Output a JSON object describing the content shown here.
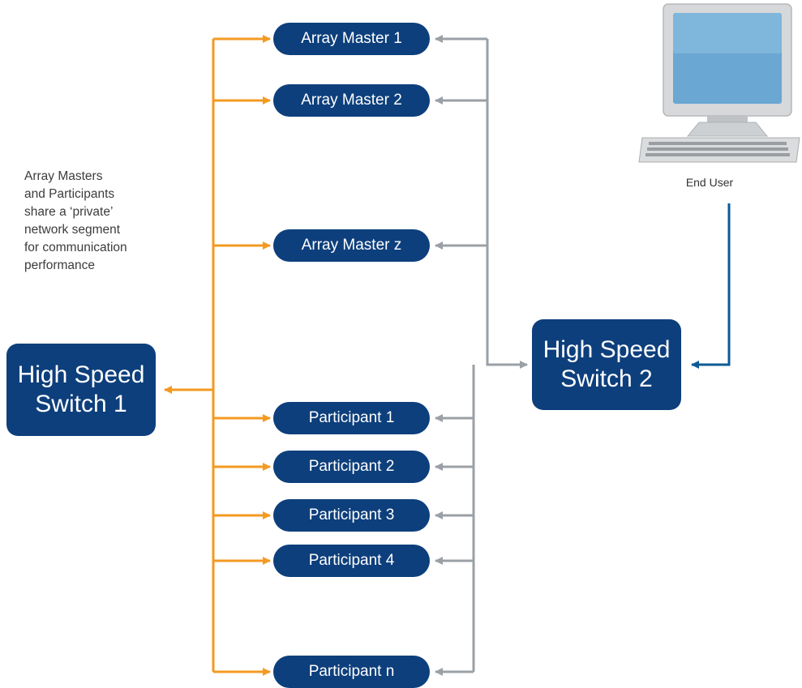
{
  "note": "Array Masters\nand Participants\nshare a ‘private’\nnetwork segment\nfor communication\nperformance",
  "switches": {
    "switch1": "High Speed\nSwitch 1",
    "switch2": "High Speed\nSwitch 2"
  },
  "array_masters": [
    "Array Master 1",
    "Array Master 2",
    "Array Master z"
  ],
  "participants": [
    "Participant 1",
    "Participant 2",
    "Participant 3",
    "Participant 4",
    "Participant n"
  ],
  "end_user": {
    "caption": "End User",
    "icon": "desktop-computer-icon"
  },
  "colors": {
    "node_fill": "#0d3f7c",
    "orange_link": "#f39a21",
    "gray_link": "#9aa0a6",
    "blue_link": "#0d5a96"
  }
}
